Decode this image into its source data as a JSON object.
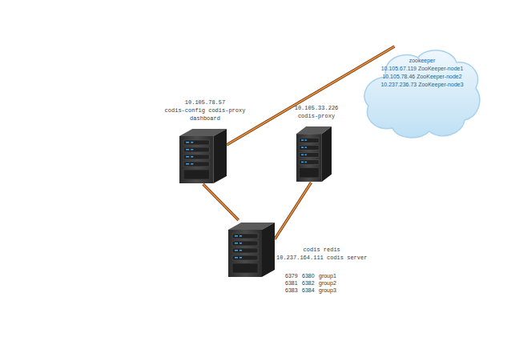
{
  "diagram": {
    "nodes": [
      {
        "text": [
          "zookeeper",
          "10.105.67.119 ZooKeeper-node1",
          "10.105.78.46 ZooKeeper-node2",
          "10.237.236.73 ZooKeeper-node3"
        ]
      },
      {
        "text": [
          "10.105.78.57",
          "codis-config codis-proxy dashboard"
        ]
      },
      {
        "text": [
          "10.105.33.226",
          "codis-proxy"
        ]
      },
      {
        "text": [
          "codis redis",
          "10.237.164.111 codis server"
        ]
      }
    ],
    "edges": [
      {
        "from": 1,
        "to": 0,
        "arrow": "none"
      },
      {
        "from": 1,
        "to": 3,
        "arrow": "none"
      },
      {
        "from": 2,
        "to": 3,
        "arrow": "none"
      }
    ],
    "labels": [
      "6379",
      "6380",
      "group1",
      "6381",
      "6382",
      "group2",
      "6383",
      "6384",
      "group3"
    ]
  }
}
